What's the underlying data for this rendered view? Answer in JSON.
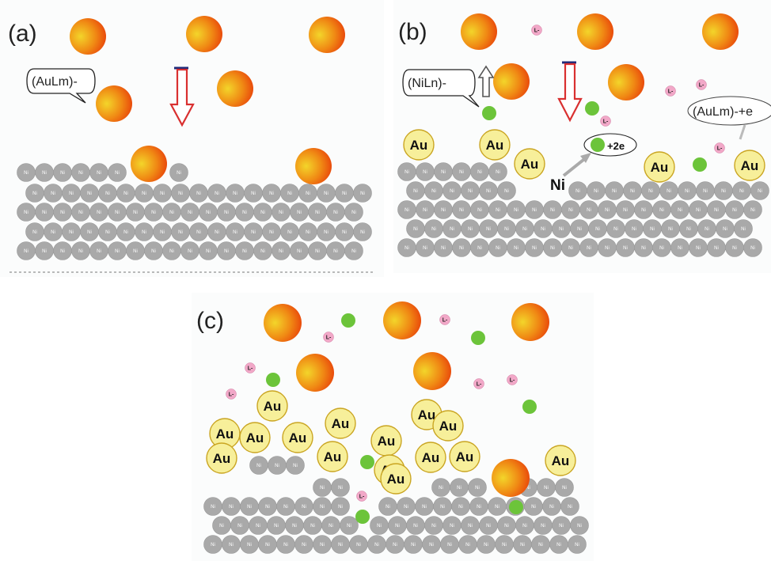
{
  "panels": [
    {
      "label": "(a)",
      "bubble": "(AuLm)-"
    },
    {
      "label": "(b)",
      "bubble_left": "(NiLn)-",
      "bubble_right": "(AuLm)-+e",
      "e_label": "+2e",
      "ni_label": "Ni"
    },
    {
      "label": "(c)"
    }
  ],
  "atom_labels": {
    "gold": "Au",
    "nickel": "Ni",
    "ligand": "L-"
  },
  "colors": {
    "nickel": "#a9a9a9",
    "gold": "#f7ef9a",
    "gold_edge": "#caa522",
    "complex_inner": "#f1bf1c",
    "complex_outer": "#ea4a0a",
    "green": "#6cc43a",
    "ligand": "#f2a8c8",
    "arrow": "#d93030"
  }
}
